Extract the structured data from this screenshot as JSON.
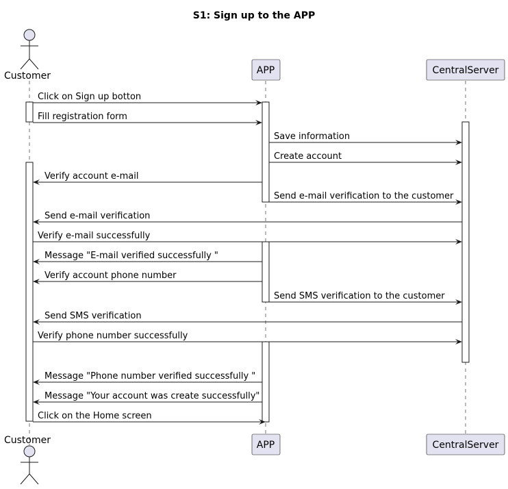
{
  "title": "S1: Sign up to the APP",
  "participants": [
    {
      "id": "customer",
      "label": "Customer",
      "kind": "actor"
    },
    {
      "id": "app",
      "label": "APP",
      "kind": "participant"
    },
    {
      "id": "server",
      "label": "CentralServer",
      "kind": "participant"
    }
  ],
  "messages": [
    {
      "from": "customer",
      "to": "app",
      "label": "Click on Sign up botton"
    },
    {
      "from": "customer",
      "to": "app",
      "label": "Fill registration form"
    },
    {
      "from": "app",
      "to": "server",
      "label": "Save information"
    },
    {
      "from": "app",
      "to": "server",
      "label": "Create account"
    },
    {
      "from": "app",
      "to": "customer",
      "label": "Verify account e-mail"
    },
    {
      "from": "app",
      "to": "server",
      "label": "Send e-mail verification to the customer"
    },
    {
      "from": "server",
      "to": "customer",
      "label": "Send e-mail verification"
    },
    {
      "from": "customer",
      "to": "server",
      "label": "Verify e-mail successfully"
    },
    {
      "from": "app",
      "to": "customer",
      "label": "Message \"E-mail verified successfully \""
    },
    {
      "from": "app",
      "to": "customer",
      "label": "Verify account phone number"
    },
    {
      "from": "app",
      "to": "server",
      "label": "Send SMS verification to the customer"
    },
    {
      "from": "server",
      "to": "customer",
      "label": "Send SMS verification"
    },
    {
      "from": "customer",
      "to": "server",
      "label": "Verify phone number successfully"
    },
    {
      "from": "app",
      "to": "customer",
      "label": "Message \"Phone number verified successfully \""
    },
    {
      "from": "app",
      "to": "customer",
      "label": "Message \"Your account was create successfully\""
    },
    {
      "from": "customer",
      "to": "app",
      "label": "Click on the Home screen"
    }
  ]
}
